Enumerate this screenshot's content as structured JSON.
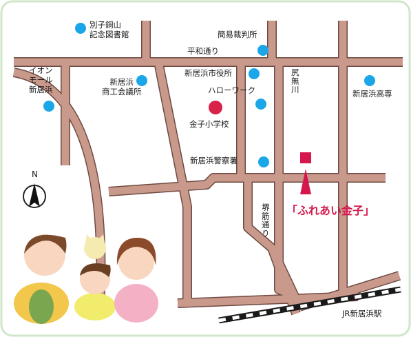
{
  "colors": {
    "road": "#c9998c",
    "road_outline": "#6e4a40",
    "poi_dot": "#1ba6e8",
    "school_dot": "#d8224a",
    "destination": "#d6174d",
    "frame": "#cfe6c8"
  },
  "icons": {
    "north": "north-arrow-icon",
    "destination": "destination-marker-icon",
    "mascot": "family-mascot-illustration"
  },
  "labels": {
    "library": "別子銅山\n記念図書館",
    "court": "簡易裁判所",
    "heiwa_dori": "平和通り",
    "aeon": "イオン\nモール\n新居浜",
    "chamber": "新居浜\n商工会議所",
    "city_hall": "新居浜市役所",
    "hello_work": "ハローワーク",
    "shinaigawa": "尻無川",
    "niihama_tech": "新居浜高専",
    "kaneko_school": "金子小学校",
    "police": "新居浜警察署",
    "sakai_dori": "堺筋通り",
    "fureai": "「ふれあい金子」",
    "north": "N",
    "station": "JR新居浜駅"
  }
}
